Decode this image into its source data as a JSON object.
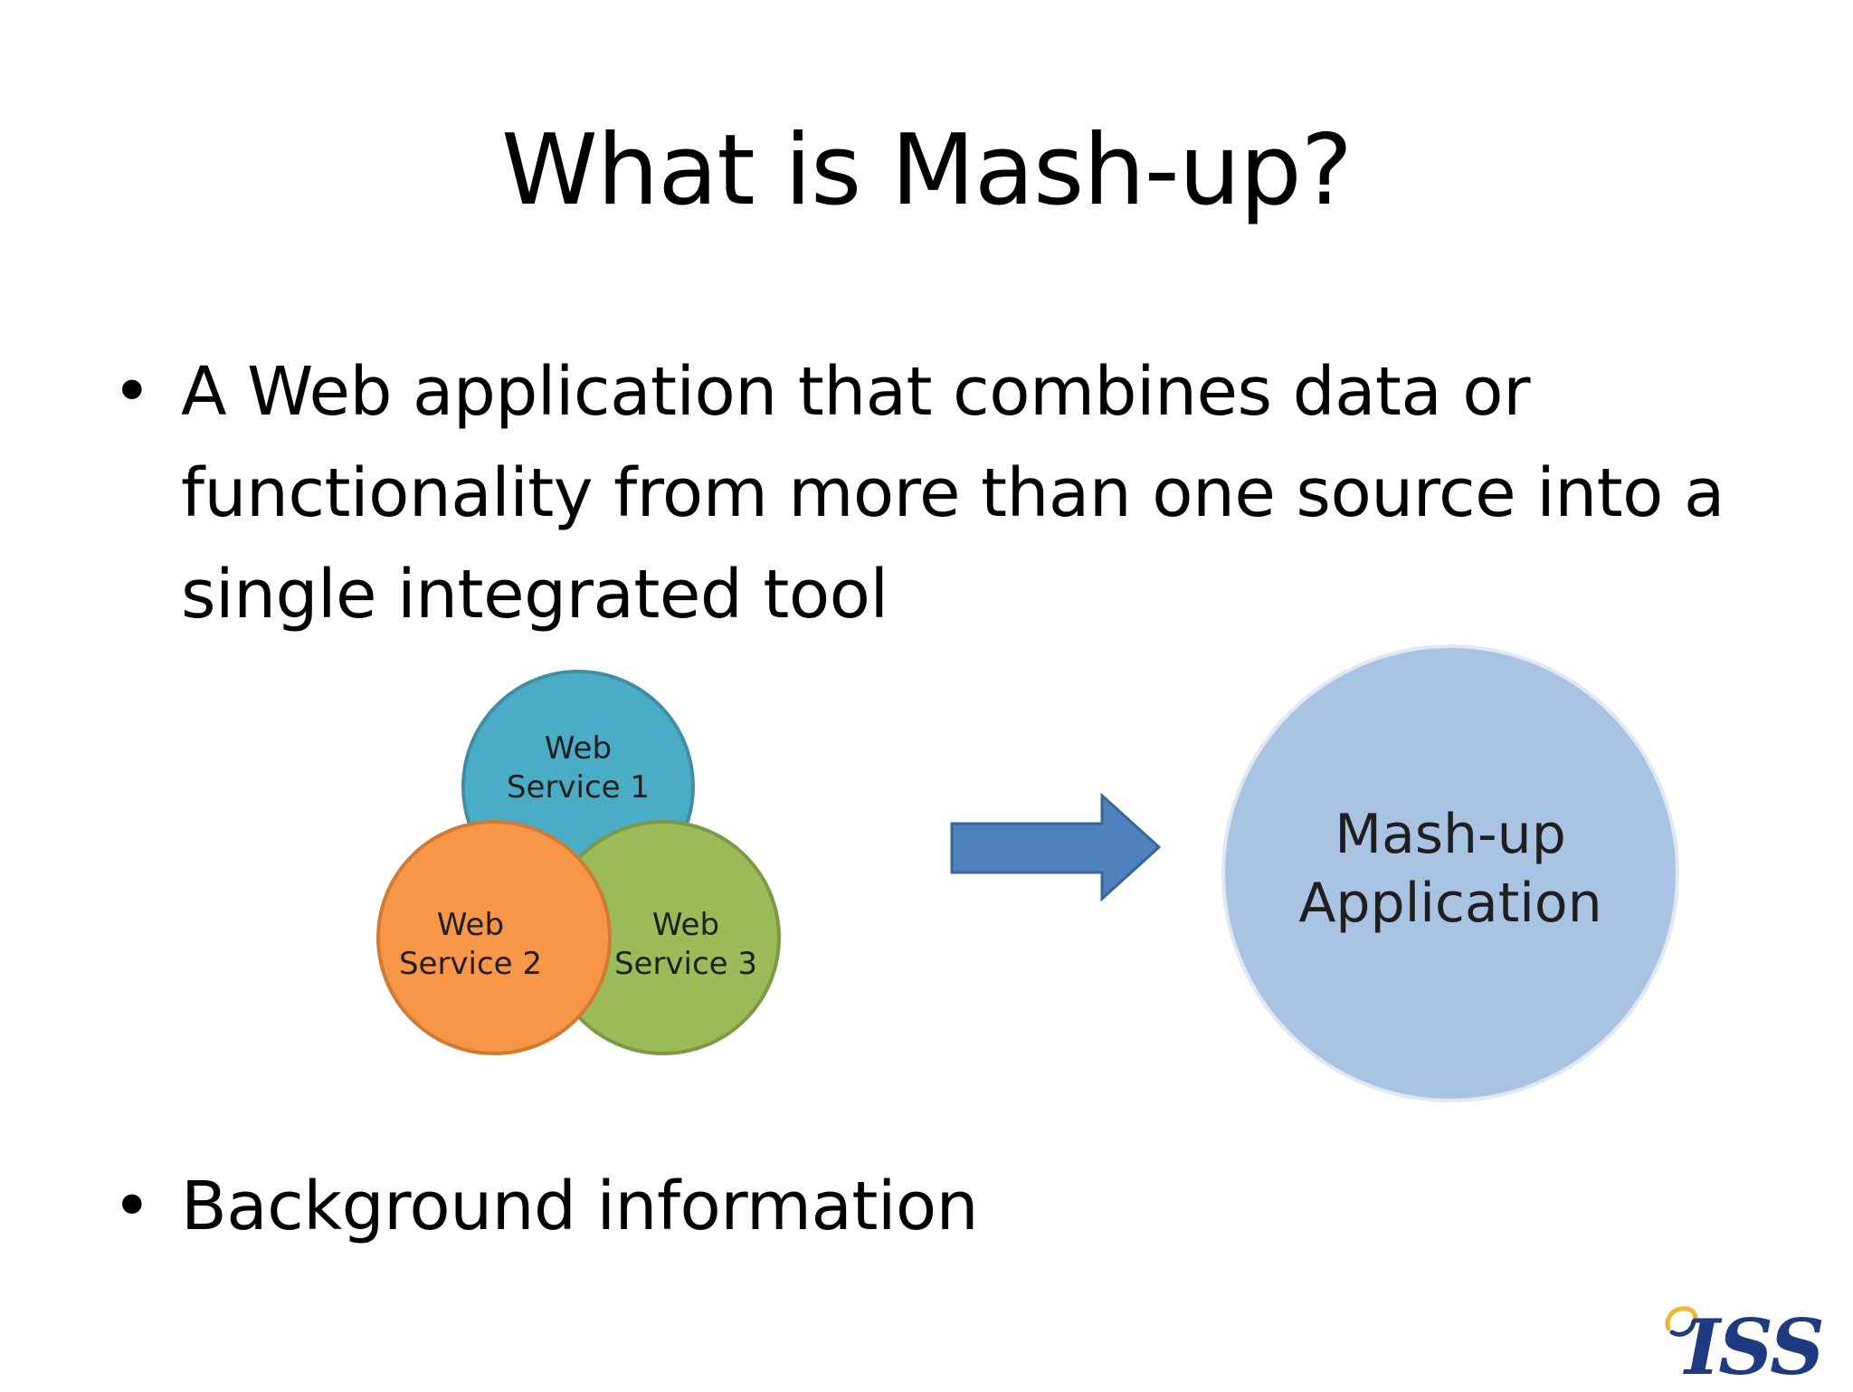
{
  "slide": {
    "title": "What is Mash-up?",
    "bullets": [
      "A Web application that combines data or functionality from more than one source into a single integrated tool",
      "Background information"
    ],
    "bullet_marker": "•"
  },
  "diagram": {
    "services": [
      {
        "line1": "Web",
        "line2": "Service 1",
        "color": "#4bacc6"
      },
      {
        "line1": "Web",
        "line2": "Service 2",
        "color": "#f79646"
      },
      {
        "line1": "Web",
        "line2": "Service 3",
        "color": "#9bbb59"
      }
    ],
    "arrow_color": "#4f81bd",
    "result": {
      "line1": "Mash-up",
      "line2": "Application",
      "color": "#a9c4e2"
    }
  },
  "logo": {
    "text": "ISS",
    "color": "#1e3a80",
    "accent_color": "#f2b630"
  }
}
